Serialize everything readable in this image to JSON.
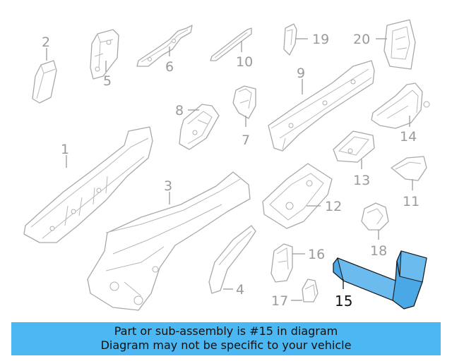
{
  "callouts": {
    "c1": "1",
    "c2": "2",
    "c3": "3",
    "c4": "4",
    "c5": "5",
    "c6": "6",
    "c7": "7",
    "c8": "8",
    "c9": "9",
    "c10": "10",
    "c11": "11",
    "c12": "12",
    "c13": "13",
    "c14": "14",
    "c15": "15",
    "c16": "16",
    "c17": "17",
    "c18": "18",
    "c19": "19",
    "c20": "20"
  },
  "highlight": {
    "part": "15",
    "color": "#4aa8e6"
  },
  "banner": {
    "line1": "Part or sub-assembly is #15 in diagram",
    "line2": "Diagram may not be specific to your vehicle",
    "color": "#4cb8f3"
  }
}
